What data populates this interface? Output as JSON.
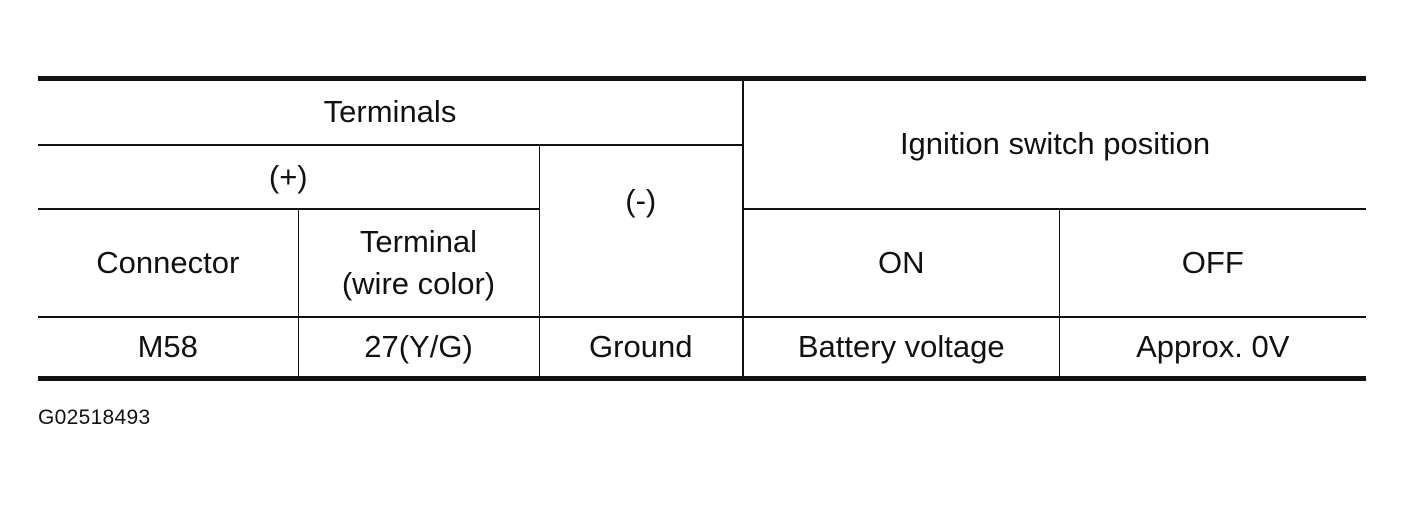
{
  "table": {
    "header": {
      "terminals": "Terminals",
      "plus": "(+)",
      "minus": "(-)",
      "ignition_switch_position": "Ignition switch position",
      "connector": "Connector",
      "terminal_line1": "Terminal",
      "terminal_line2": "(wire color)",
      "on": "ON",
      "off": "OFF"
    },
    "rows": [
      {
        "connector": "M58",
        "terminal": "27(Y/G)",
        "minus": "Ground",
        "on": "Battery voltage",
        "off": "Approx. 0V"
      }
    ]
  },
  "figure_id": "G02518493"
}
